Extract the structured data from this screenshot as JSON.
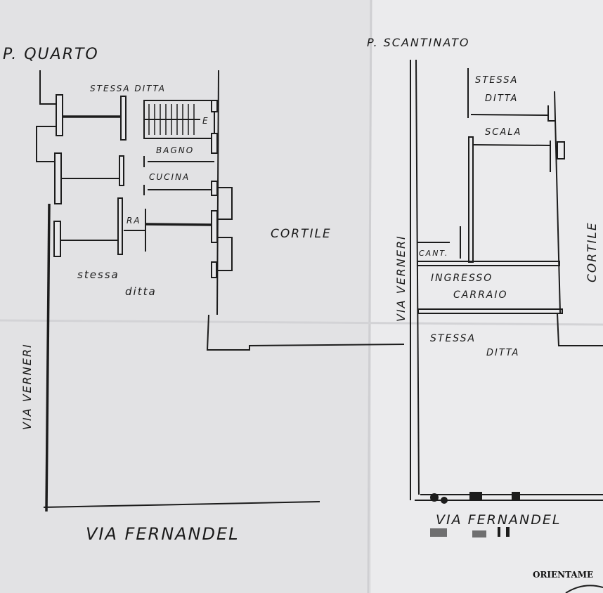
{
  "paper": {
    "color": "#e6e6e8",
    "ink": "#1c1c1c"
  },
  "left_plan": {
    "floor_label": "P. QUARTO",
    "labels": {
      "stessa_ditta_top": "STESSA DITTA",
      "stair_mark": "E",
      "bagno": "BAGNO",
      "cucina": "CUCINA",
      "ra": "RA",
      "stessa_ditta_bottom_1": "stessa",
      "stessa_ditta_bottom_2": "ditta",
      "cortile": "CORTILE",
      "street_side": "VIA VERNERI",
      "street_bottom": "VIA FERNANDEL"
    }
  },
  "right_plan": {
    "floor_label": "P. SCANTINATO",
    "labels": {
      "stessa_ditta_top_1": "STESSA",
      "stessa_ditta_top_2": "DITTA",
      "scala": "SCALA",
      "cant": "CANT.",
      "ingresso_1": "INGRESSO",
      "ingresso_2": "CARRAIO",
      "stessa_ditta_bottom_1": "STESSA",
      "stessa_ditta_bottom_2": "DITTA",
      "cortile": "CORTILE",
      "street_side": "VIA VERNERI",
      "street_bottom": "VIA FERNANDEL"
    },
    "orientation_label": "ORIENTAME"
  }
}
